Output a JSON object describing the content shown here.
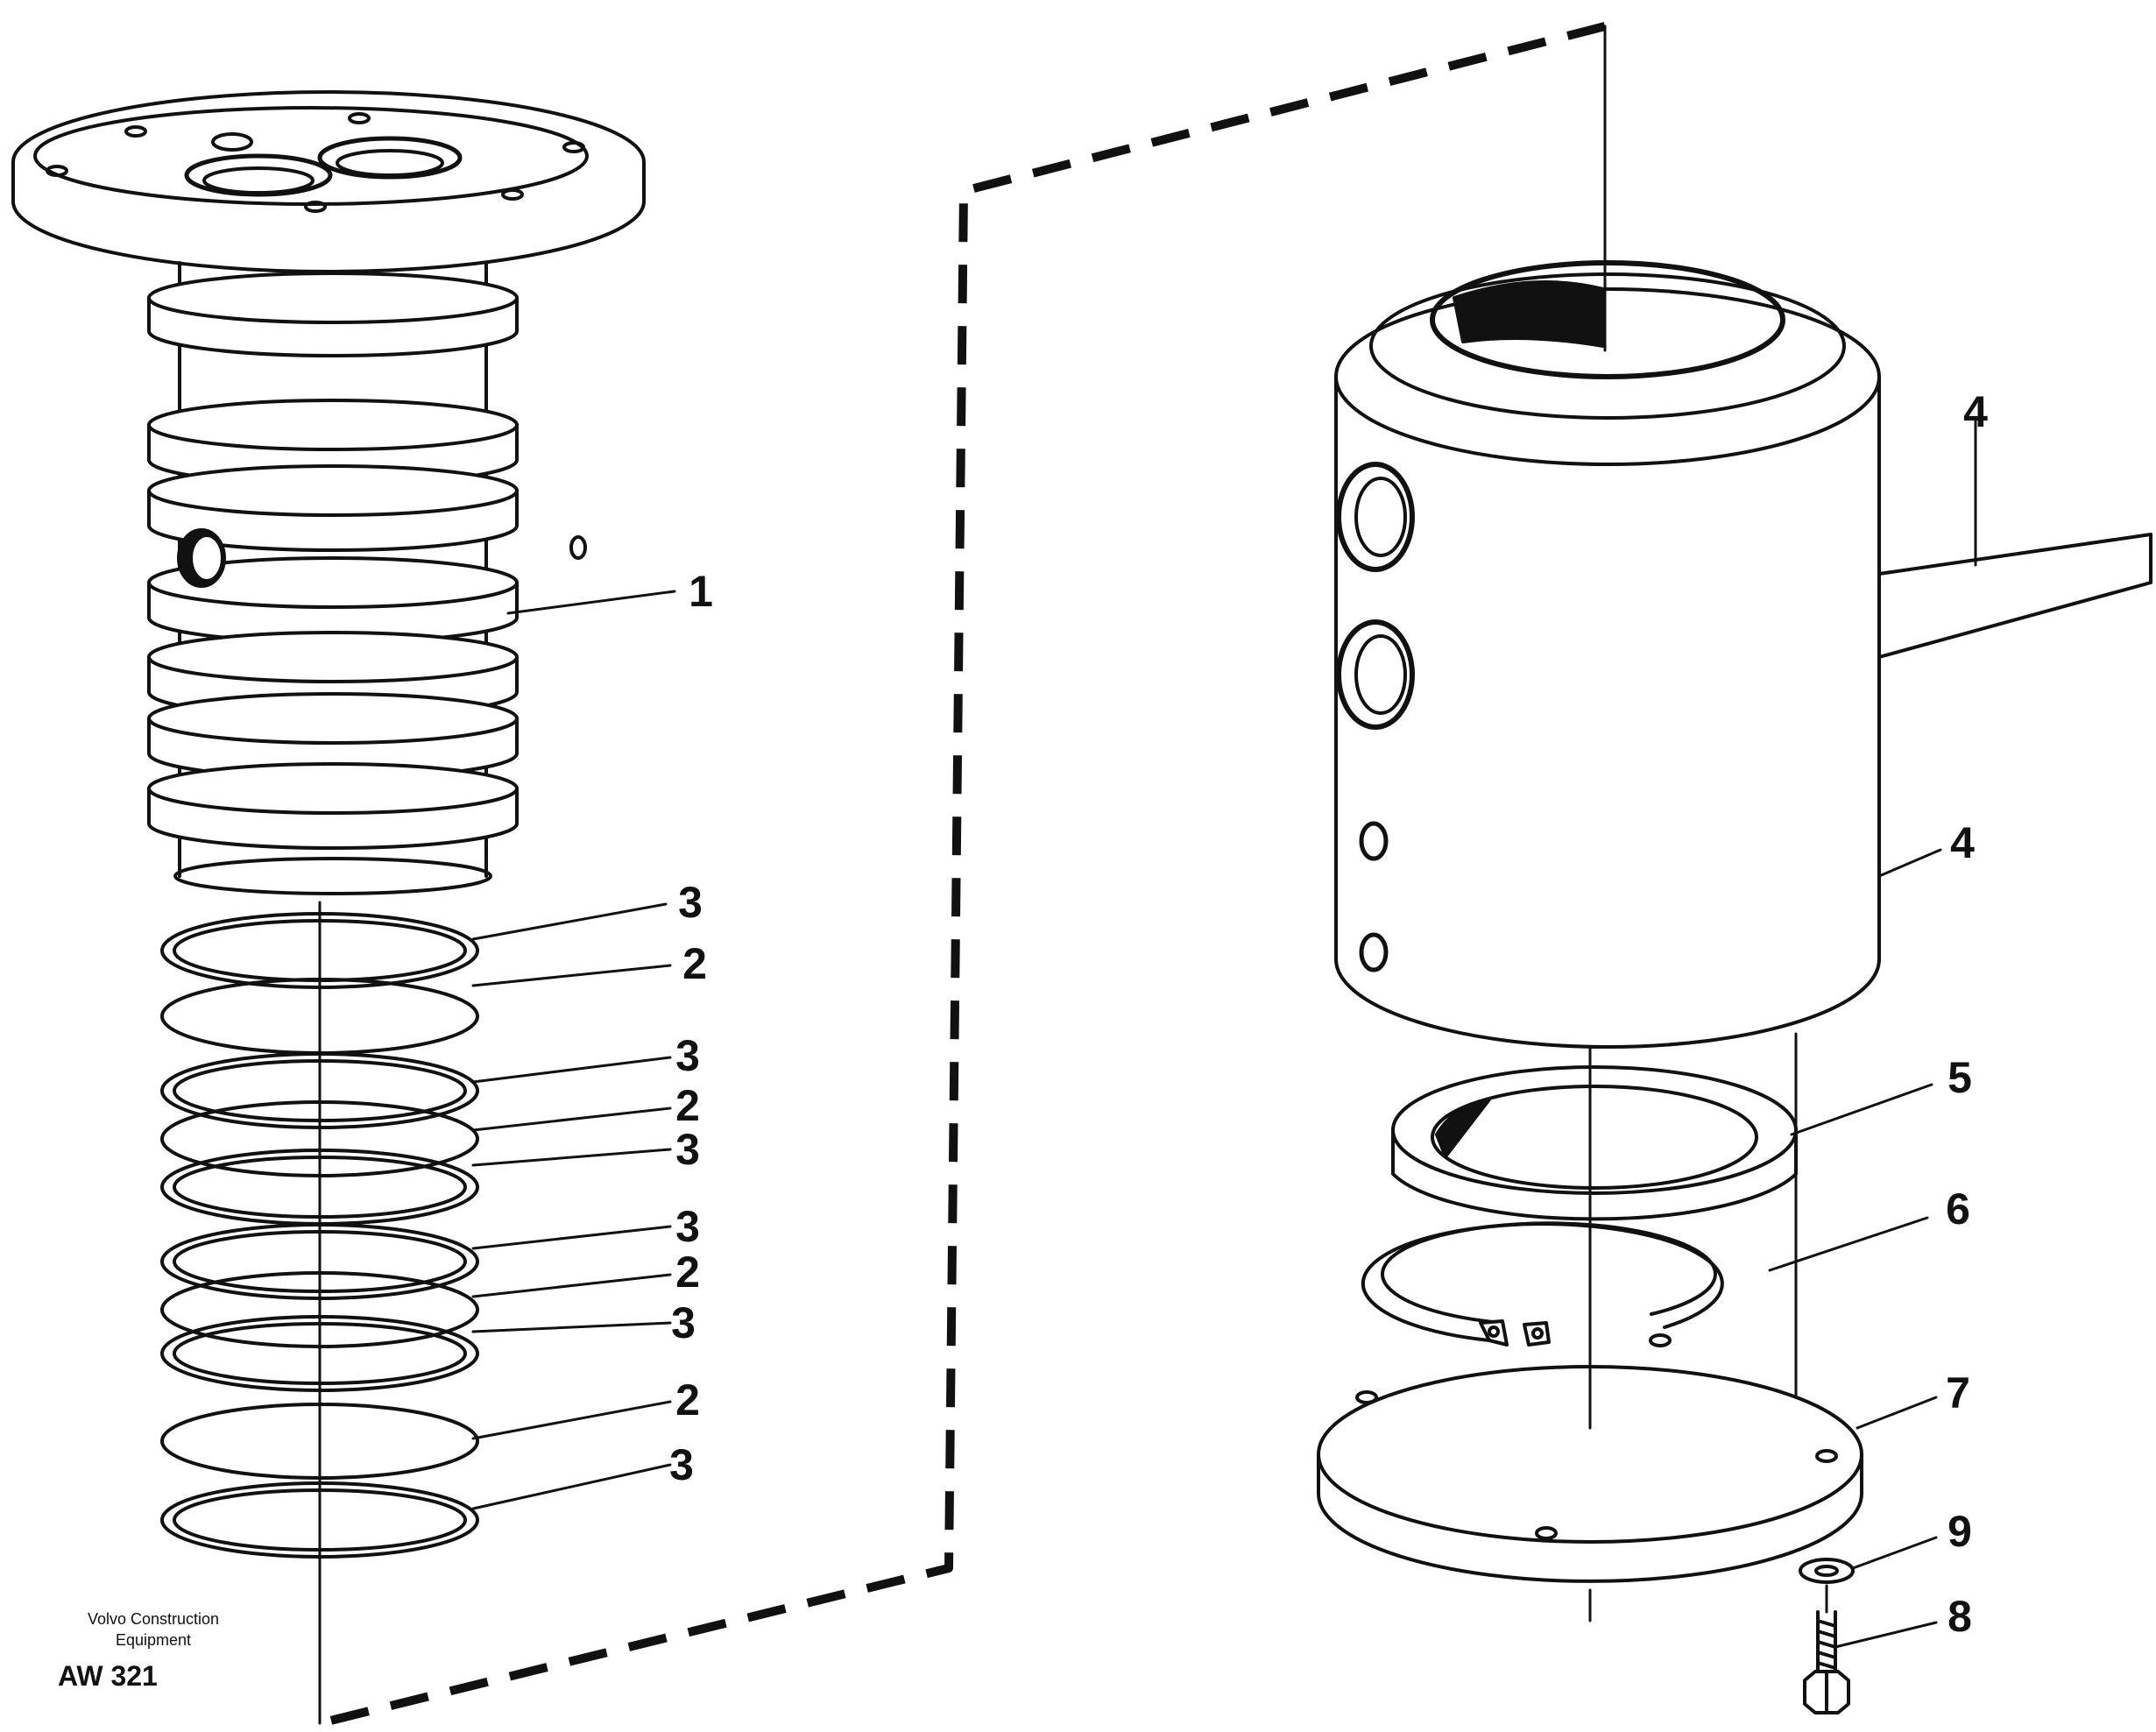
{
  "callouts": {
    "c1": "1",
    "c2a": "2",
    "c2b": "2",
    "c2c": "2",
    "c2d": "2",
    "c3a": "3",
    "c3b": "3",
    "c3c": "3",
    "c3d": "3",
    "c3e": "3",
    "c3f": "3",
    "c4top": "4",
    "c4side": "4",
    "c5": "5",
    "c6": "6",
    "c7": "7",
    "c8": "8",
    "c9": "9"
  },
  "footer": {
    "brand_line1": "Volvo Construction",
    "brand_line2": "Equipment",
    "drawing_code": "AW 321"
  },
  "colors": {
    "ink": "#111111",
    "paper": "#ffffff"
  }
}
